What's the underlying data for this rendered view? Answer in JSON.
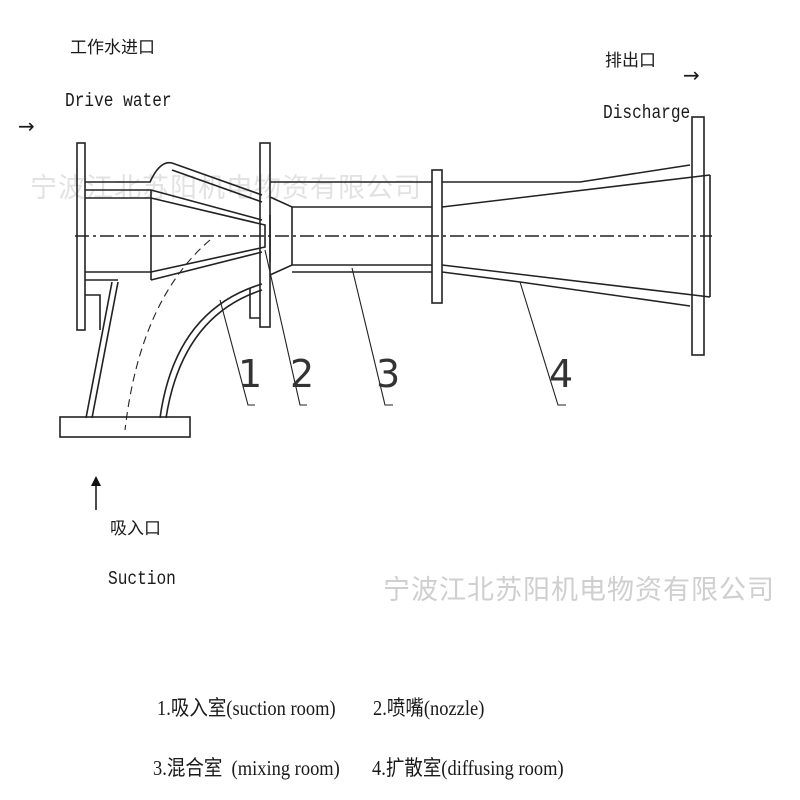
{
  "labels": {
    "drive_water_cn": "工作水进口",
    "drive_water_en": "Drive water",
    "discharge_cn": "排出口",
    "discharge_en": "Discharge",
    "suction_cn": "吸入口",
    "suction_en": "Suction",
    "arrow_right": "→"
  },
  "part_numbers": [
    "1",
    "2",
    "3",
    "4"
  ],
  "legend": [
    "1.吸入室(suction room)",
    "2.喷嘴(nozzle)",
    "3.混合室  (mixing room)",
    "4.扩散室(diffusing room)"
  ],
  "watermark": "宁波江北苏阳机电物资有限公司"
}
